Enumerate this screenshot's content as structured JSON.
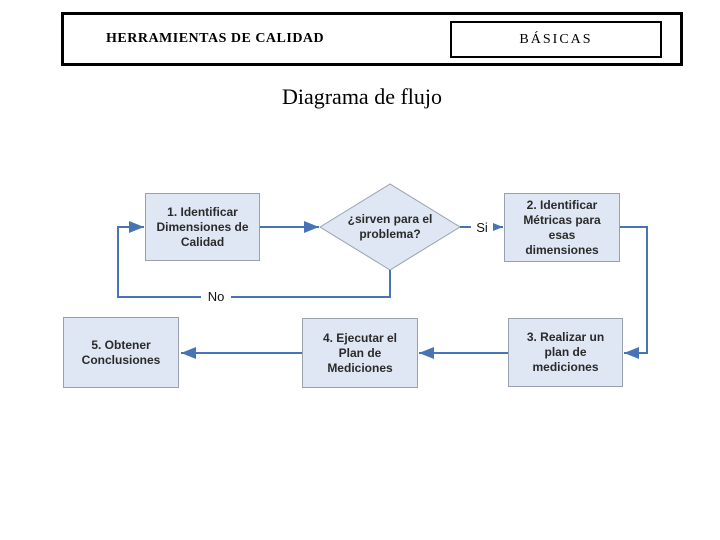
{
  "header": {
    "title": "HERRAMIENTAS DE CALIDAD",
    "badge": "BÁSICAS"
  },
  "slide_title": "Diagrama de flujo",
  "flowchart": {
    "nodes": [
      {
        "id": "step1",
        "type": "process",
        "label": "1. Identificar Dimensiones de Calidad"
      },
      {
        "id": "decision",
        "type": "decision",
        "label": "¿sirven para el problema?"
      },
      {
        "id": "step2",
        "type": "process",
        "label": "2. Identificar Métricas para esas dimensiones"
      },
      {
        "id": "step3",
        "type": "process",
        "label": "3. Realizar un plan de mediciones"
      },
      {
        "id": "step4",
        "type": "process",
        "label": "4. Ejecutar el Plan de Mediciones"
      },
      {
        "id": "step5",
        "type": "process",
        "label": "5. Obtener Conclusiones"
      }
    ],
    "edges": [
      {
        "from": "step1",
        "to": "decision",
        "label": ""
      },
      {
        "from": "decision",
        "to": "step2",
        "label": "Si"
      },
      {
        "from": "decision",
        "to": "step1",
        "label": "No"
      },
      {
        "from": "step2",
        "to": "step3",
        "label": ""
      },
      {
        "from": "step3",
        "to": "step4",
        "label": ""
      },
      {
        "from": "step4",
        "to": "step5",
        "label": ""
      }
    ],
    "colors": {
      "node_fill": "#dee7f3",
      "node_border": "#99a1ac",
      "connector": "#4674b4",
      "node_text": "#2a2a2a",
      "header_border": "#000000"
    }
  }
}
